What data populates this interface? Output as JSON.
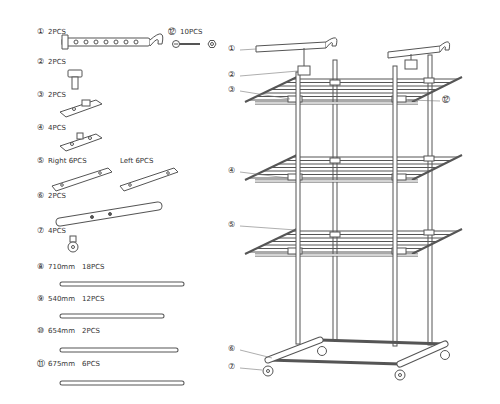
{
  "diagram": {
    "labels": [
      "①",
      "2PCS",
      "⑫",
      "10PCS",
      "②",
      "2PCS",
      "③",
      "2PCS",
      "④",
      "4PCS",
      "⑤",
      "Right 6PCS",
      "Left 6PCS",
      "⑥",
      "2PCS",
      "⑦",
      "4PCS",
      "⑧",
      "710mm",
      "18PCS",
      "⑨",
      "540mm",
      "12PCS",
      "⑩",
      "654mm",
      "2PCS",
      "⑪",
      "675mm",
      "6PCS",
      "①",
      "②",
      "③",
      "⑫",
      "④",
      "⑤",
      "⑥",
      "⑦"
    ]
  }
}
